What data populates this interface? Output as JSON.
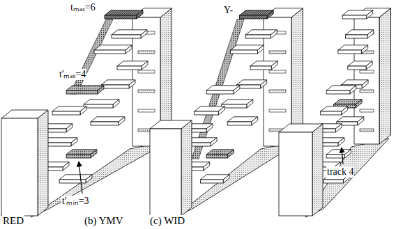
{
  "diagram": {
    "labels": [
      "tₘₐₓ=6",
      "t'ₘₐₓ=4",
      "t'ₘᵢₙ=3",
      "Y-",
      "track 4",
      "RED",
      "(b) YMV",
      "(c) WID"
    ]
  }
}
